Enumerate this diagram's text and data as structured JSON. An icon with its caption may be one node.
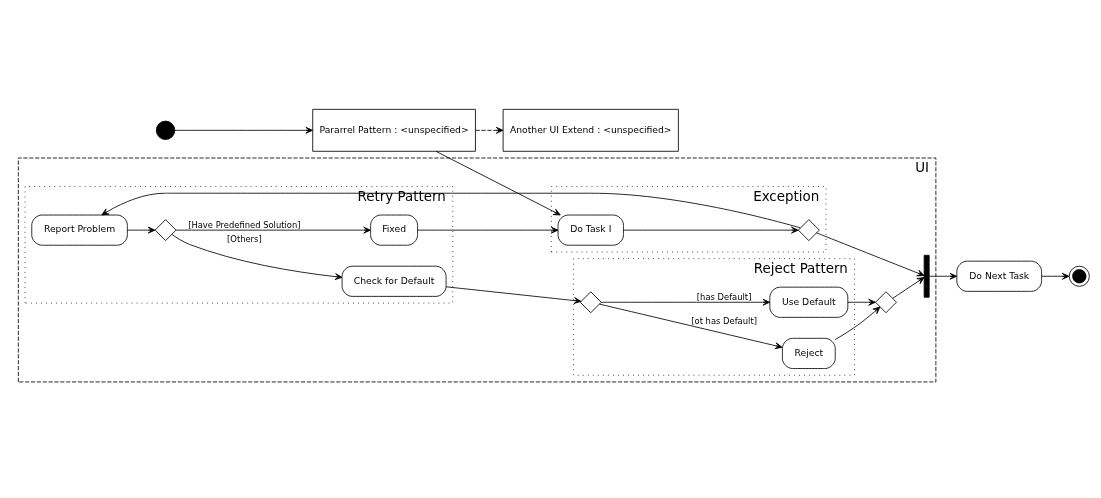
{
  "diagram": {
    "nodes": [
      {
        "text": [],
        "shape": "circle"
      },
      {
        "text": [
          "Pararrel Pattern : <unspecified>"
        ]
      },
      {
        "text": [
          "Another UI Extend : <unspecified>"
        ]
      },
      {
        "text": [
          "UI"
        ]
      },
      {
        "text": [
          "Exception"
        ],
        "in": 3
      },
      {
        "text": [
          "Do Task I"
        ],
        "in": 4
      },
      {
        "text": [],
        "shape": "diamond",
        "in": 4
      },
      {
        "text": [
          "Retry Pattern"
        ],
        "in": 3
      },
      {
        "text": [
          "Report Problem"
        ],
        "in": 7
      },
      {
        "text": [],
        "shape": "diamond",
        "in": 7
      },
      {
        "text": [
          "Fixed"
        ],
        "in": 7
      },
      {
        "text": [
          "Check for Default"
        ],
        "in": 7
      },
      {
        "text": [
          "Reject Pattern"
        ],
        "in": 3
      },
      {
        "text": [],
        "shape": "diamond",
        "in": 12
      },
      {
        "text": [
          "Reject"
        ],
        "in": 12
      },
      {
        "text": [
          "Use Default"
        ],
        "in": 12
      },
      {
        "text": [],
        "shape": "diamond",
        "in": 3
      },
      {
        "text": [],
        "shape": "bar",
        "in": 3
      },
      {
        "text": [
          "Do Next Task"
        ]
      },
      {
        "text": [],
        "shape": "circle"
      }
    ],
    "edges": [
      {
        "from": 0,
        "to": 1,
        "arrow": "to"
      },
      {
        "from": 1,
        "to": 2,
        "arrow": "to",
        "style": "dashed"
      },
      {
        "from": 1,
        "to": 5,
        "arrow": "to"
      },
      {
        "from": 5,
        "to": 6,
        "arrow": "to"
      },
      {
        "from": 6,
        "to": 17,
        "arrow": "to"
      },
      {
        "from": 6,
        "to": 8,
        "arrow": "to"
      },
      {
        "from": 8,
        "to": 9,
        "arrow": "to"
      },
      {
        "from": 9,
        "to": 10,
        "arrow": "to",
        "label": "[Have Predefined Solution]"
      },
      {
        "from": 9,
        "to": 11,
        "arrow": "to",
        "label": "[Others]"
      },
      {
        "from": 10,
        "to": 5,
        "arrow": "to"
      },
      {
        "from": 11,
        "to": 13,
        "arrow": "to"
      },
      {
        "from": 13,
        "to": 14,
        "arrow": "to",
        "label": "[ot has Default]"
      },
      {
        "from": 13,
        "to": 15,
        "arrow": "to",
        "label": "[has Default]"
      },
      {
        "from": 14,
        "to": 16,
        "arrow": "to"
      },
      {
        "from": 15,
        "to": 16,
        "arrow": "to"
      },
      {
        "from": 16,
        "to": 17,
        "arrow": "to"
      },
      {
        "from": 17,
        "to": 18,
        "arrow": "to"
      },
      {
        "from": 18,
        "to": 19,
        "arrow": "to"
      }
    ]
  }
}
